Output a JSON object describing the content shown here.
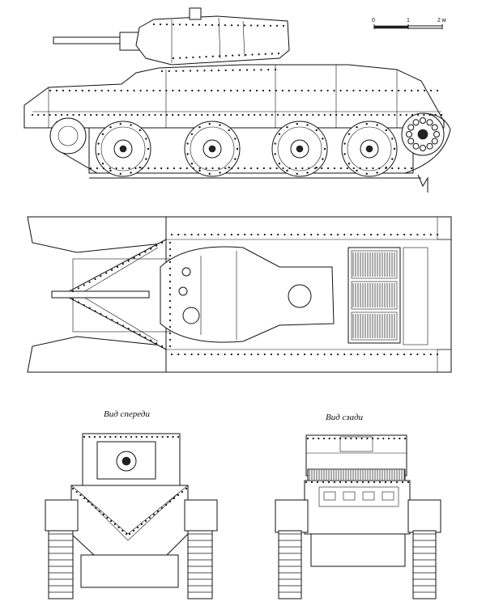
{
  "labels": {
    "front_view": "Вид спереди",
    "rear_view": "Вид сзади"
  },
  "scale_bar": {
    "ticks": [
      "0",
      "1",
      "2 м"
    ]
  },
  "colors": {
    "line": "#111111",
    "background": "#ffffff"
  }
}
